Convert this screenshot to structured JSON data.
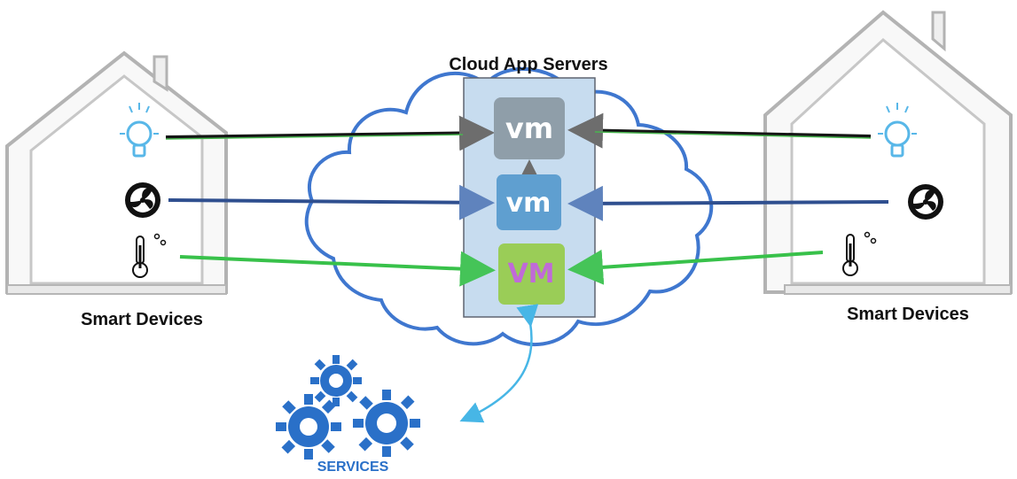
{
  "title": "Cloud App Servers",
  "left_house": {
    "label": "Smart Devices",
    "devices": [
      "light-bulb",
      "fan",
      "thermometer"
    ]
  },
  "right_house": {
    "label": "Smart Devices",
    "devices": [
      "light-bulb",
      "fan",
      "thermometer"
    ]
  },
  "servers": [
    {
      "label": "vm",
      "color": "#8f9ea9"
    },
    {
      "label": "vm",
      "color": "#5f9fd0"
    },
    {
      "label": "VM",
      "color": "#9acd57",
      "text_color": "#c06ad8"
    }
  ],
  "services": {
    "label": "SERVICES",
    "icon": "gears-icon",
    "color": "#2a70c8"
  },
  "colors": {
    "cloud_outline": "#3f77cf",
    "server_box": "#c7dcef",
    "link_black": "#151515",
    "link_blue": "#2f4f8f",
    "link_green": "#38c14a",
    "bulb": "#58b7e8"
  }
}
